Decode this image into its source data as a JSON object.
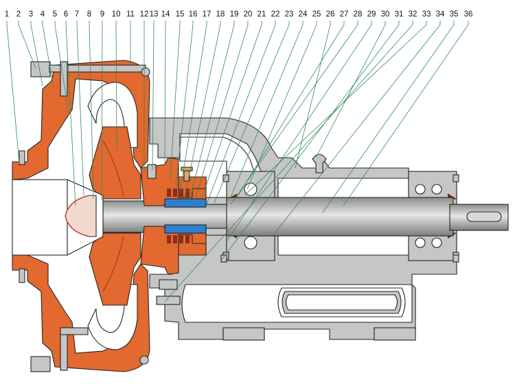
{
  "diagram": {
    "part_numbers": [
      "1",
      "2",
      "3",
      "4",
      "5",
      "6",
      "7",
      "8",
      "9",
      "10",
      "11",
      "12",
      "13",
      "14",
      "15",
      "16",
      "17",
      "18",
      "19",
      "20",
      "21",
      "22",
      "23",
      "24",
      "25",
      "26",
      "27",
      "28",
      "29",
      "30",
      "31",
      "32",
      "33",
      "34",
      "35",
      "36"
    ]
  },
  "colors": {
    "casing": "#e2692f",
    "steel": "#c6c6c6",
    "steel_dark": "#9a9a9a",
    "shaft": "#b4b4b4",
    "packing": "#2f7fd0",
    "leader": "#2e8b57",
    "outline": "#222222"
  }
}
